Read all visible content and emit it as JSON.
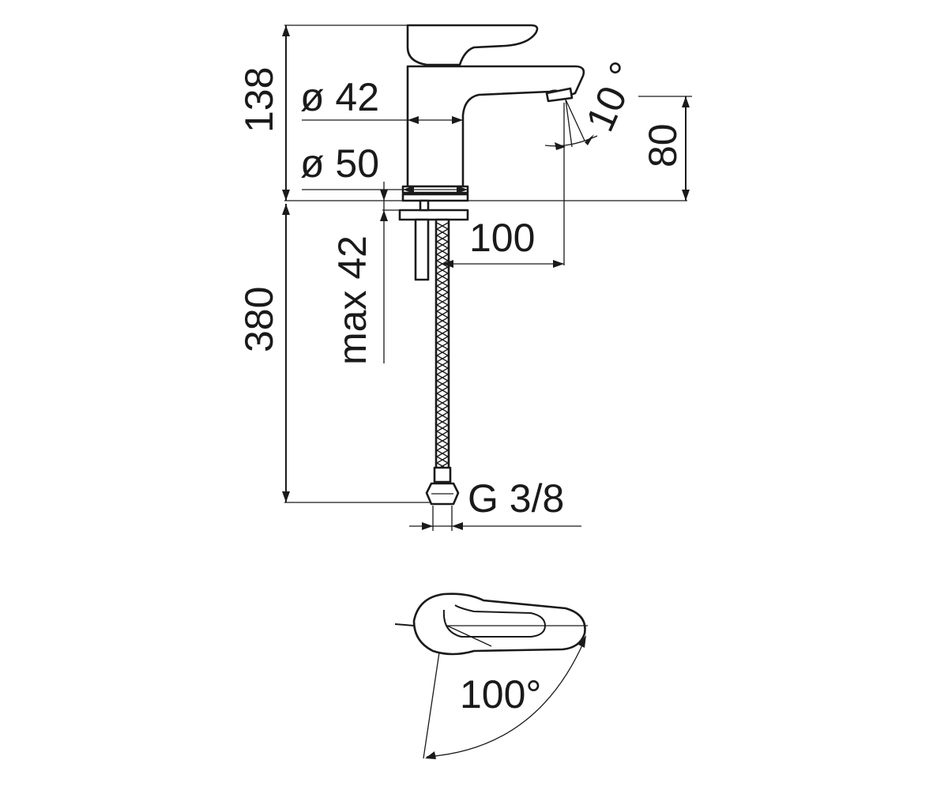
{
  "dimensions": {
    "height_total": "138",
    "d42": "ø 42",
    "d50": "ø 50",
    "tilt": "10 °",
    "spout_height": "80",
    "reach": "100",
    "max_thickness": "max 42",
    "hose_length": "380",
    "thread": "G 3/8",
    "rotation": "100°"
  },
  "colors": {
    "ink": "#1a1a1a",
    "paper": "#ffffff"
  }
}
